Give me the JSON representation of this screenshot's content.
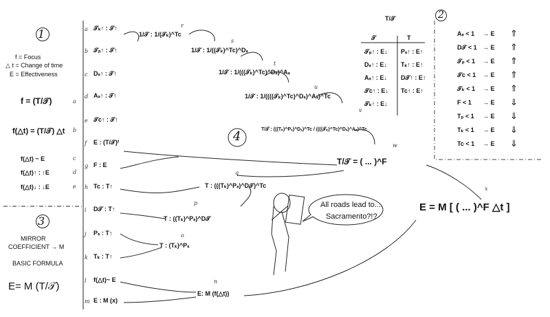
{
  "section_numbers": {
    "one": "1",
    "two": "2",
    "three": "3",
    "four": "4"
  },
  "legend": {
    "f": "f = Focus",
    "dt": "△ t = Change of time",
    "e": "E = Effectiveness"
  },
  "left_formulas": {
    "f_eq": "f = (T/𝒯)",
    "f_dt": "f(△t) = (T/𝒯) △t",
    "f_dt_e": "f(△t) ~ E",
    "f_up": "f(△t)↑ : ↑E",
    "f_down": "f(△t)↓ : ↓E"
  },
  "left_row_letters": [
    "a",
    "b",
    "c",
    "d",
    "e"
  ],
  "mirror": {
    "coefficient": "MIRROR",
    "coefficient2": "COEFFICIENT → M",
    "basic": "BASIC FORMULA",
    "formula": "E= M (T/𝒯)"
  },
  "column_rows": [
    {
      "letter": "a",
      "text": "𝒯ₖ↑ : 𝒯↑"
    },
    {
      "letter": "b",
      "text": "𝒯ₚ↑ : 𝒯↑"
    },
    {
      "letter": "c",
      "text": "Dₛ↑ : 𝒯↑"
    },
    {
      "letter": "d",
      "text": "Aₛ↑ : 𝒯↑"
    },
    {
      "letter": "e",
      "text": "𝒯c↑ : 𝒯↑"
    },
    {
      "letter": "f",
      "text": "E : (T/𝒯)ᶠ"
    },
    {
      "letter": "g",
      "text": "F : E"
    },
    {
      "letter": "h",
      "text": "Tc : T↑"
    },
    {
      "letter": "i",
      "text": "D𝒯 : T↑"
    },
    {
      "letter": "j",
      "text": "Pₛ : T↑"
    },
    {
      "letter": "k",
      "text": "Tₖ : T↑"
    },
    {
      "letter": "l",
      "text": "f(△t)~ E"
    },
    {
      "letter": "m",
      "text": "E : M (x)"
    }
  ],
  "chain": [
    {
      "letter": "r",
      "text": "1/𝒯 : 1/(𝒯ₖ)^Tc"
    },
    {
      "letter": "s",
      "text": "1/𝒯 : 1/((𝒯ₖ)^Tc)^Dₛ"
    },
    {
      "letter": "t",
      "text": "1/𝒯 : 1/(((𝒯ₖ)^Tc)^Dₛ)^Aₛ"
    },
    {
      "letter": "u",
      "text": "1/𝒯 : 1/((((𝒯ₖ)^Tc)^Dₛ)^Aₛ)^Tc"
    },
    {
      "letter": "v",
      "text": "T/𝒯 : (((Tₖ)^Pₛ)^Dₛ)^Tc / ((((𝒯ₖ)^Tc)^Dₛ)^Aₛ)^Tc"
    },
    {
      "letter": "w",
      "text": "T/𝒯 = ( ... )^F"
    },
    {
      "letter": "q",
      "text": "T : (((Tₖ)^Pₛ)^D𝒯)^Tc"
    },
    {
      "letter": "p",
      "text": "T : ((Tₖ)^Pₛ)^D𝒯"
    },
    {
      "letter": "o",
      "text": "T : (Tₖ)^Pₛ"
    },
    {
      "letter": "n",
      "text": "E: M (f(△t))"
    },
    {
      "letter": "x",
      "text": "E = M [ ( ... )^F △t ]"
    }
  ],
  "table": {
    "header_top": "T/𝒯",
    "col_left": "𝒯",
    "col_right": "T",
    "left": [
      "𝒯ₚ↑ : E↓",
      "Dₛ↑ : E↓",
      "Aₛ↑ : E↓",
      "𝒯c↑ : E↓",
      "𝒯ₖ↑ : E↓"
    ],
    "right": [
      "Pₛ↑ : E↑",
      "Tₖ↑ : E↑",
      "D𝒯↑ : E↑",
      "Tc↑ : E↑"
    ]
  },
  "box2": [
    {
      "lhs": "Aₛ < 1",
      "dir": "up"
    },
    {
      "lhs": "D𝒯 < 1",
      "dir": "up"
    },
    {
      "lhs": "𝒯ₚ < 1",
      "dir": "up"
    },
    {
      "lhs": "𝒯c < 1",
      "dir": "up"
    },
    {
      "lhs": "𝒯ₖ < 1",
      "dir": "up"
    },
    {
      "lhs": "F < 1",
      "dir": "down"
    },
    {
      "lhs": "Tₚ < 1",
      "dir": "down"
    },
    {
      "lhs": "Tₖ < 1",
      "dir": "down"
    },
    {
      "lhs": "Tc < 1",
      "dir": "down"
    }
  ],
  "box2_arrow": "→ E",
  "speech": {
    "line1": "All roads lead to....",
    "line2": "Sacramento?!?"
  }
}
